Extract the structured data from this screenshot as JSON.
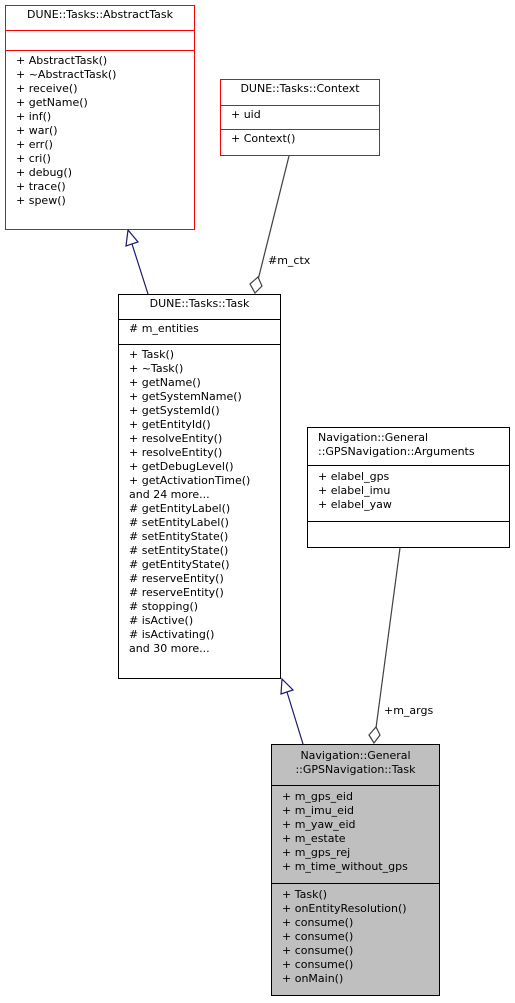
{
  "classes": {
    "abstract_task": {
      "title": [
        "DUNE::Tasks::AbstractTask"
      ],
      "attributes": [],
      "methods": [
        "+ AbstractTask()",
        "+ ~AbstractTask()",
        "+ receive()",
        "+ getName()",
        "+ inf()",
        "+ war()",
        "+ err()",
        "+ cri()",
        "+ debug()",
        "+ trace()",
        "+ spew()"
      ]
    },
    "context": {
      "title": [
        "DUNE::Tasks::Context"
      ],
      "attributes": [
        "+ uid"
      ],
      "methods": [
        "+ Context()"
      ]
    },
    "task": {
      "title": [
        "DUNE::Tasks::Task"
      ],
      "attributes": [
        "# m_entities"
      ],
      "methods": [
        "+ Task()",
        "+ ~Task()",
        "+ getName()",
        "+ getSystemName()",
        "+ getSystemId()",
        "+ getEntityId()",
        "+ resolveEntity()",
        "+ resolveEntity()",
        "+ getDebugLevel()",
        "+ getActivationTime()",
        "and 24 more...",
        "# getEntityLabel()",
        "# setEntityLabel()",
        "# setEntityState()",
        "# setEntityState()",
        "# getEntityState()",
        "# reserveEntity()",
        "# reserveEntity()",
        "# stopping()",
        "# isActive()",
        "# isActivating()",
        "and 30 more..."
      ]
    },
    "arguments": {
      "title": [
        "Navigation::General",
        "::GPSNavigation::Arguments"
      ],
      "attributes": [
        "+ elabel_gps",
        "+ elabel_imu",
        "+ elabel_yaw"
      ],
      "methods": []
    },
    "gps_task": {
      "title": [
        "Navigation::General",
        "::GPSNavigation::Task"
      ],
      "attributes": [
        "+ m_gps_eid",
        "+ m_imu_eid",
        "+ m_yaw_eid",
        "+ m_estate",
        "+ m_gps_rej",
        "+ m_time_without_gps"
      ],
      "methods": [
        "+ Task()",
        "+ onEntityResolution()",
        "+ consume()",
        "+ consume()",
        "+ consume()",
        "+ consume()",
        "+ onMain()"
      ]
    }
  },
  "edge_labels": {
    "ctx": "#m_ctx",
    "args": "+m_args"
  },
  "colors": {
    "external_border": "#ff0000",
    "inheritance_edge": "#191970",
    "usage_edge": "#404040",
    "focus_fill": "#bfbfbf"
  }
}
